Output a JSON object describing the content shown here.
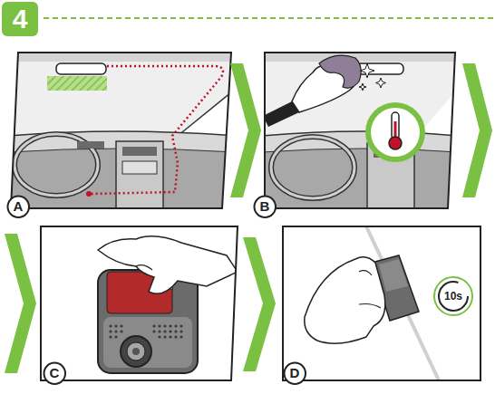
{
  "diagram": {
    "nodes": [
      {
        "text": [
          "4"
        ]
      },
      {
        "text": [
          "A"
        ]
      },
      {
        "text": [
          "B"
        ]
      },
      {
        "text": [
          "C"
        ]
      },
      {
        "text": [
          "D"
        ]
      },
      {
        "text": [
          "10s"
        ]
      }
    ]
  }
}
